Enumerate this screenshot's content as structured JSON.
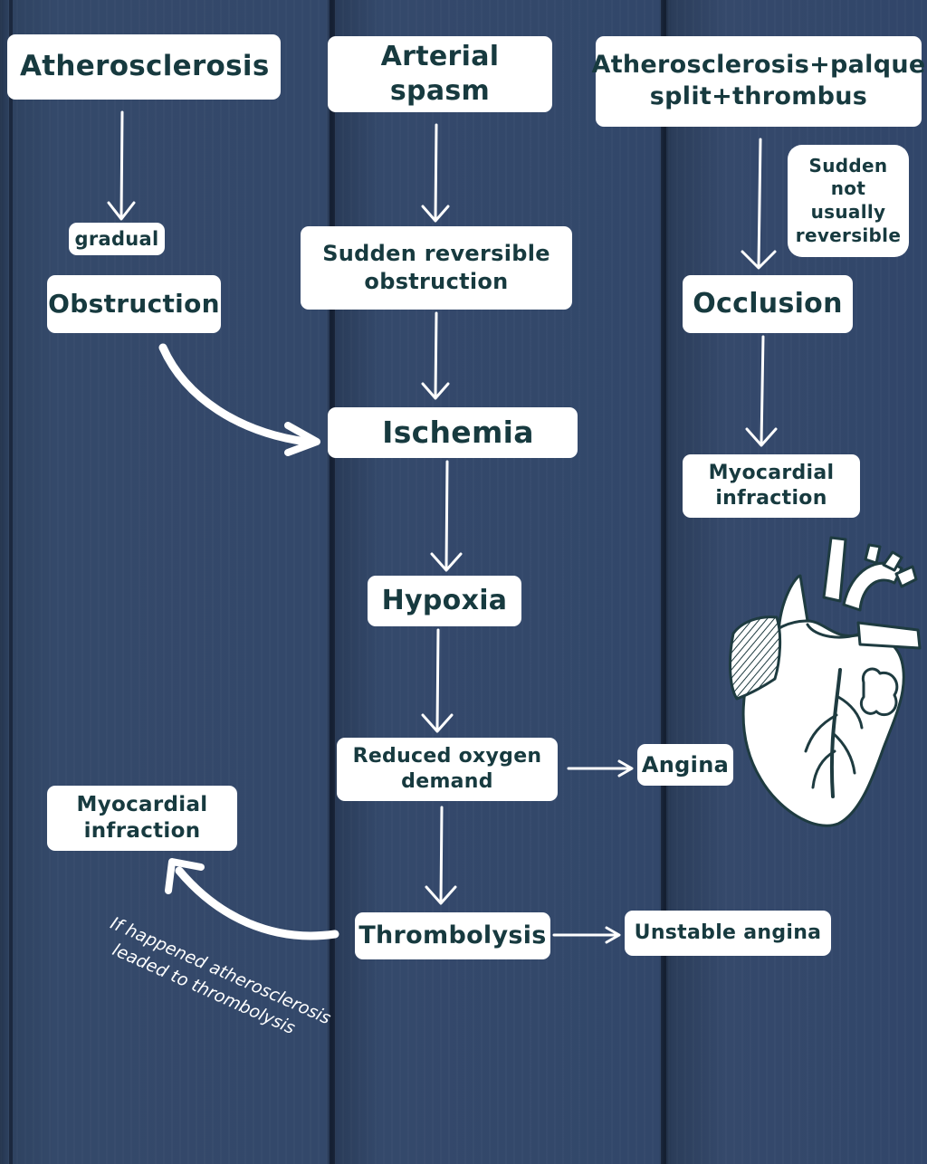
{
  "nodes": {
    "atherosclerosis": "Atherosclerosis",
    "arterial_spasm": "Arterial spasm",
    "athero_plaque": "Atherosclerosis+palque split+thrombus",
    "gradual": "gradual",
    "sudden_reversible": "Sudden reversible obstruction",
    "sudden_not_reversible": "Sudden not usually reversible",
    "obstruction": "Obstruction",
    "occlusion": "Occlusion",
    "ischemia": "Ischemia",
    "mi_right": "Myocardial infraction",
    "hypoxia": "Hypoxia",
    "reduced_oxygen": "Reduced oxygen demand",
    "angina": "Angina",
    "mi_left": "Myocardial infraction",
    "thrombolysis": "Thrombolysis",
    "unstable_angina": "Unstable angina"
  },
  "note": {
    "line1": "If happened atherosclerosis",
    "line2": "leaded to thrombolysis"
  },
  "colors": {
    "box_fill": "#ffffff",
    "text": "#173a3f",
    "arrow": "#ffffff",
    "background": "#33486a"
  },
  "icons": [
    "heart-illustration-icon"
  ]
}
